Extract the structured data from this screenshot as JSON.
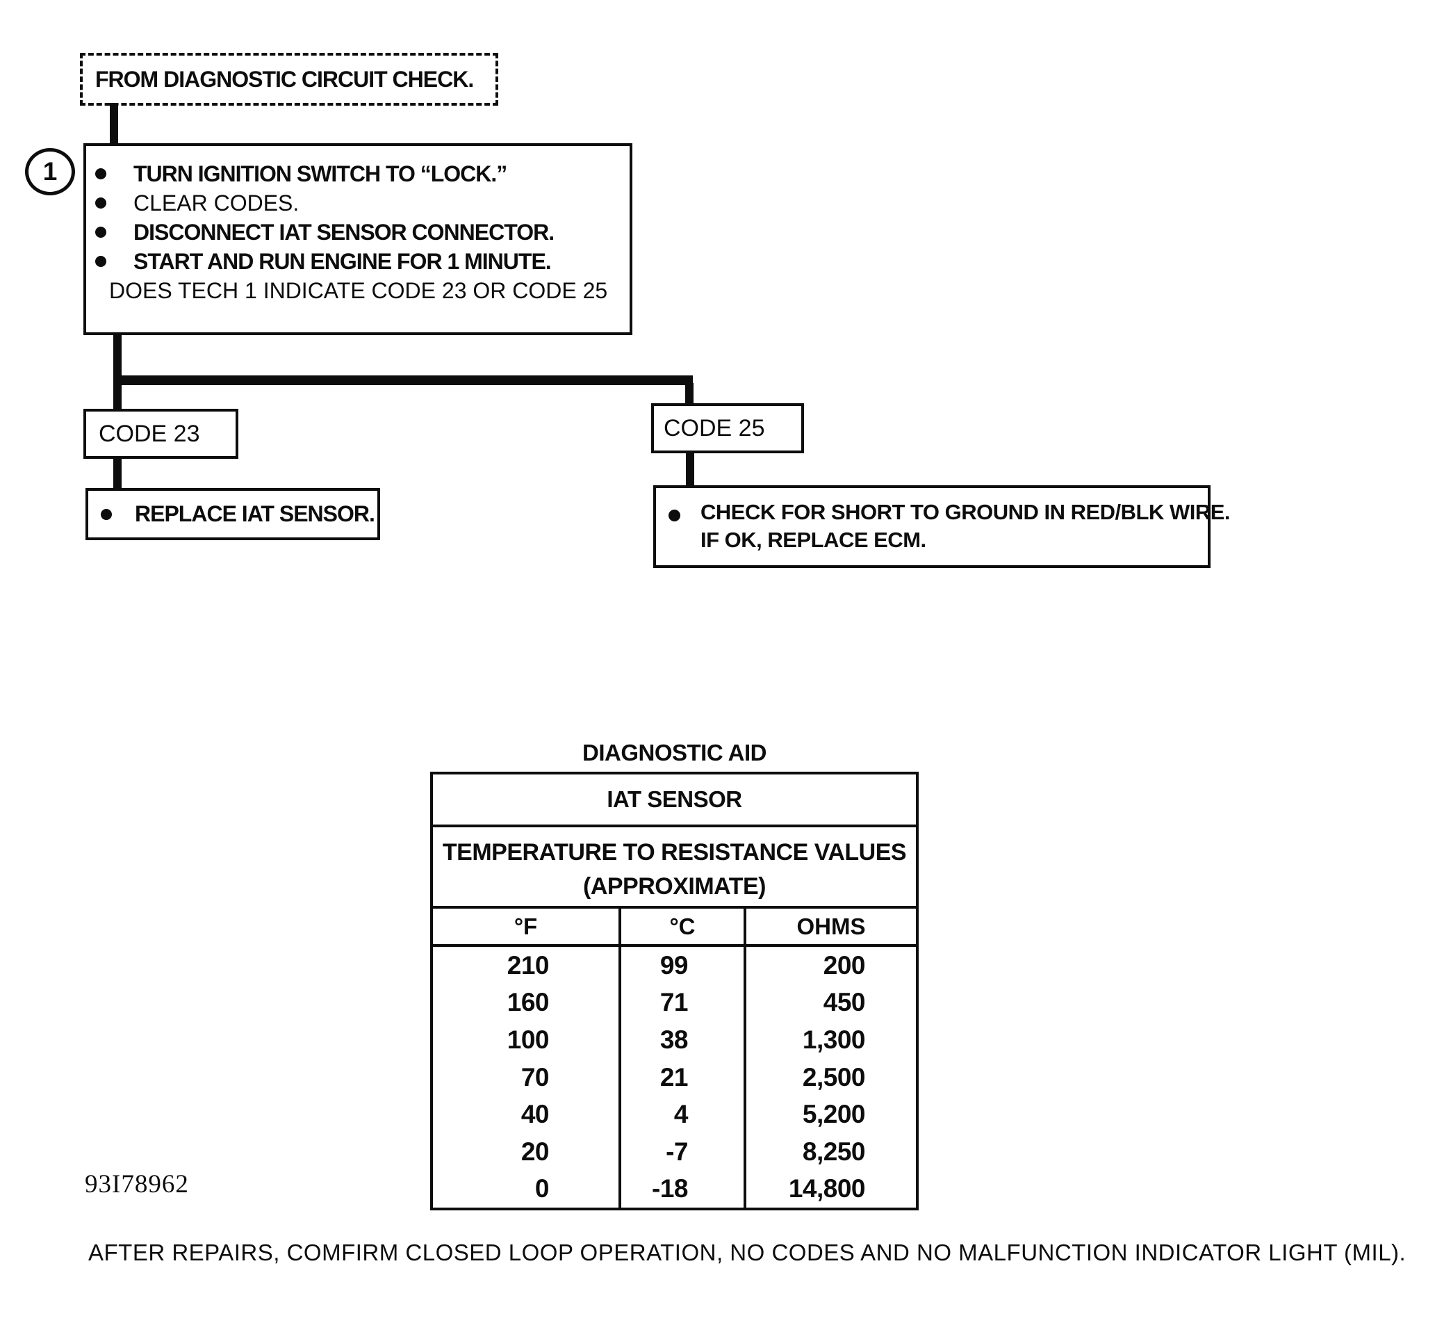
{
  "flowchart": {
    "entry_label": "FROM DIAGNOSTIC CIRCUIT CHECK.",
    "step_number": "1",
    "step_box": {
      "bullets": [
        "TURN IGNITION SWITCH TO “LOCK.”",
        "CLEAR CODES.",
        "DISCONNECT IAT SENSOR CONNECTOR.",
        "START AND RUN ENGINE FOR 1 MINUTE."
      ],
      "question": "DOES TECH 1 INDICATE CODE 23 OR CODE 25"
    },
    "code23_branch": {
      "label": "CODE 23",
      "action": "REPLACE IAT SENSOR."
    },
    "code25_branch": {
      "label": "CODE 25",
      "action_line1": "CHECK FOR SHORT TO GROUND IN RED/BLK WIRE.",
      "action_line2": "IF OK, REPLACE ECM."
    }
  },
  "diagnostic_aid": {
    "title": "DIAGNOSTIC AID",
    "table": {
      "title": "IAT SENSOR",
      "subtitle_line1": "TEMPERATURE TO RESISTANCE VALUES",
      "subtitle_line2": "(APPROXIMATE)",
      "columns": [
        "°F",
        "°C",
        "OHMS"
      ],
      "rows": [
        [
          "210",
          "99",
          "200"
        ],
        [
          "160",
          "71",
          "450"
        ],
        [
          "100",
          "38",
          "1,300"
        ],
        [
          "70",
          "21",
          "2,500"
        ],
        [
          "40",
          "4",
          "5,200"
        ],
        [
          "20",
          "-7",
          "8,250"
        ],
        [
          "0",
          "-18",
          "14,800"
        ]
      ]
    }
  },
  "figure_number": "93I78962",
  "footer_note": "AFTER REPAIRS, COMFIRM CLOSED LOOP OPERATION, NO CODES AND NO MALFUNCTION INDICATOR LIGHT (MIL).",
  "ink_color": "#0d0d0d"
}
